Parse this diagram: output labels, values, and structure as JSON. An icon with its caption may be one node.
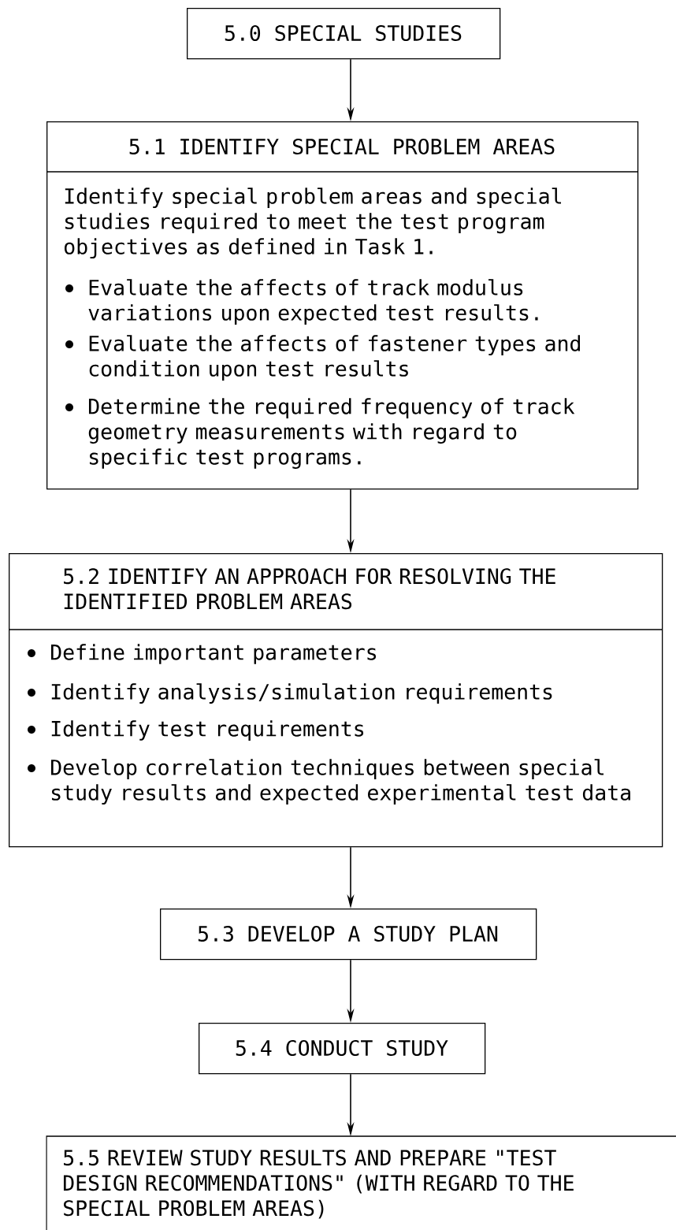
{
  "diagram": {
    "nodes": [
      {
        "text": [
          "5.0 SPECIAL STUDIES"
        ]
      },
      {
        "text": [
          "5.1 IDENTIFY SPECIAL PROBLEM AREAS",
          "Identify special problem areas and special studies required to meet the test program objectives as defined in Task 1.",
          "Evaluate the affects of track modulus variations upon expected test results.",
          "Evaluate the affects of fastener types and condition upon test results",
          "Determine the required frequency of track geometry measurements with regard to specific test programs."
        ]
      },
      {
        "text": [
          "5.2 IDENTIFY AN APPROACH FOR RESOLVING THE IDENTIFIED PROBLEM AREAS",
          "Define important parameters",
          "Identify analysis/simulation requirements",
          "Identify test requirements",
          "Develop correlation techniques between special study results and expected experimental test data"
        ]
      },
      {
        "text": [
          "5.3 DEVELOP A STUDY PLAN"
        ]
      },
      {
        "text": [
          "5.4 CONDUCT STUDY"
        ]
      },
      {
        "text": [
          "5.5 REVIEW STUDY RESULTS AND PREPARE \"TEST DESIGN RECOMMENDATIONS\" (WITH REGARD TO THE SPECIAL PROBLEM AREAS)"
        ]
      }
    ],
    "edges": [
      {
        "from": 0,
        "to": 1,
        "arrow": "to"
      },
      {
        "from": 1,
        "to": 2,
        "arrow": "to"
      },
      {
        "from": 2,
        "to": 3,
        "arrow": "to"
      },
      {
        "from": 3,
        "to": 4,
        "arrow": "to"
      },
      {
        "from": 4,
        "to": 5,
        "arrow": "to"
      }
    ]
  }
}
